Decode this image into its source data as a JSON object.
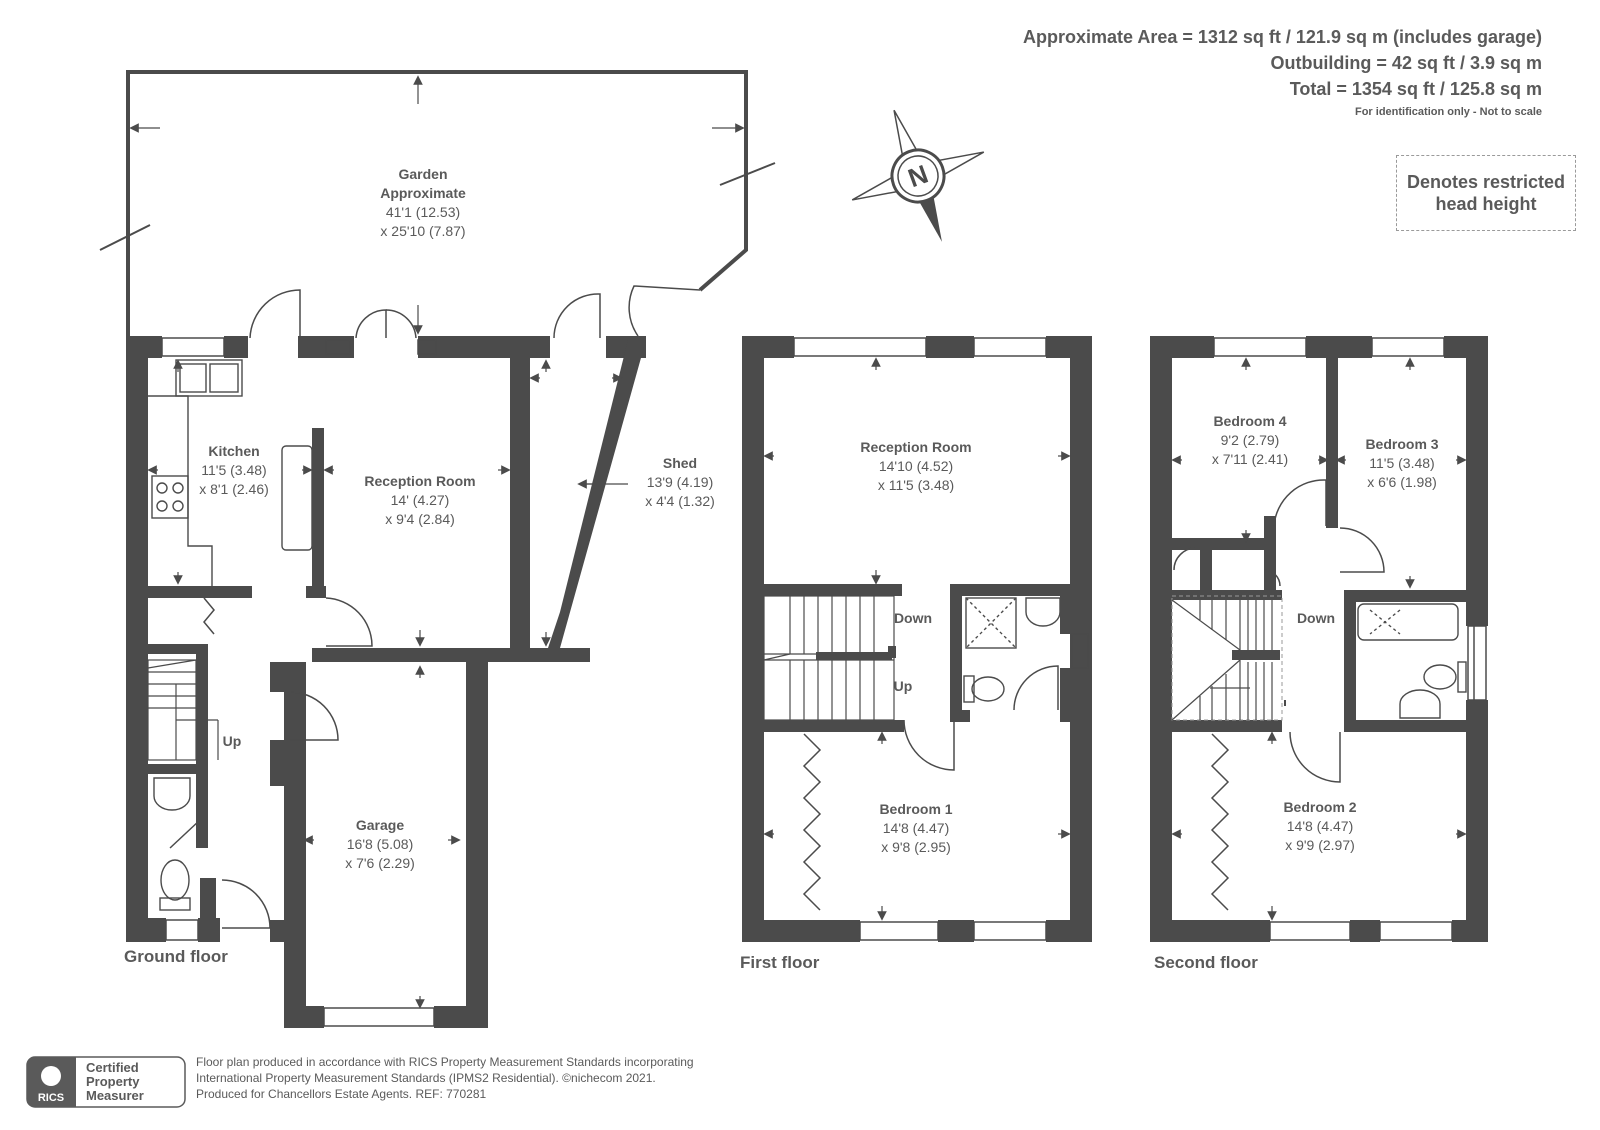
{
  "summary": {
    "area_line": "Approximate Area = 1312 sq ft / 121.9 sq m (includes garage)",
    "outbuilding_line": "Outbuilding = 42 sq ft / 3.9 sq m",
    "total_line": "Total = 1354 sq ft / 125.8 sq m",
    "note": "For identification only - Not to scale"
  },
  "legend": {
    "line1": "Denotes restricted",
    "line2": "head height"
  },
  "compass": {
    "letter": "N"
  },
  "floors": {
    "ground": {
      "name": "Ground floor",
      "garden": {
        "name": "Garden",
        "qualifier": "Approximate",
        "dim1": "41'1 (12.53)",
        "dim2": "x 25'10 (7.87)"
      },
      "kitchen": {
        "name": "Kitchen",
        "dim1": "11'5 (3.48)",
        "dim2": "x 8'1 (2.46)"
      },
      "reception": {
        "name": "Reception Room",
        "dim1": "14' (4.27)",
        "dim2": "x 9'4 (2.84)"
      },
      "shed": {
        "name": "Shed",
        "dim1": "13'9 (4.19)",
        "dim2": "x 4'4 (1.32)"
      },
      "garage": {
        "name": "Garage",
        "dim1": "16'8 (5.08)",
        "dim2": "x 7'6 (2.29)"
      },
      "stairs_up": "Up"
    },
    "first": {
      "name": "First floor",
      "reception": {
        "name": "Reception Room",
        "dim1": "14'10 (4.52)",
        "dim2": "x 11'5 (3.48)"
      },
      "bedroom1": {
        "name": "Bedroom 1",
        "dim1": "14'8 (4.47)",
        "dim2": "x 9'8 (2.95)"
      },
      "stairs_down": "Down",
      "stairs_up": "Up"
    },
    "second": {
      "name": "Second floor",
      "bedroom4": {
        "name": "Bedroom 4",
        "dim1": "9'2 (2.79)",
        "dim2": "x 7'11 (2.41)"
      },
      "bedroom3": {
        "name": "Bedroom 3",
        "dim1": "11'5 (3.48)",
        "dim2": "x 6'6 (1.98)"
      },
      "bedroom2": {
        "name": "Bedroom 2",
        "dim1": "14'8 (4.47)",
        "dim2": "x 9'9 (2.97)"
      },
      "stairs_down": "Down"
    }
  },
  "badge": {
    "org": "RICS",
    "line1": "Certified",
    "line2": "Property",
    "line3": "Measurer"
  },
  "footer": {
    "line1": "Floor plan produced in accordance with RICS Property Measurement Standards incorporating",
    "line2": "International Property Measurement Standards (IPMS2 Residential).   ©nichecom 2021.",
    "line3": "Produced for Chancellors Estate Agents.   REF:  770281"
  },
  "colors": {
    "wall": "#4b4b4b",
    "text": "#5a5a5a",
    "background": "#ffffff"
  }
}
